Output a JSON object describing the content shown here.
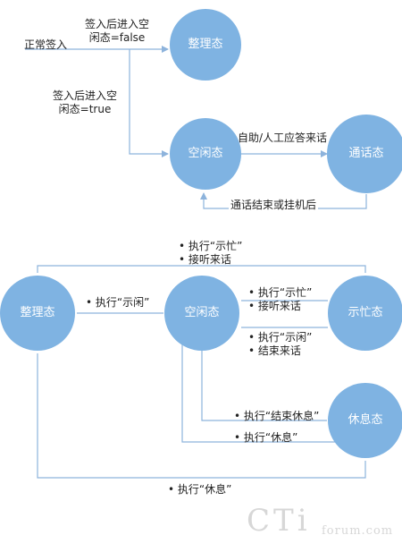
{
  "colors": {
    "node_fill": "#7fb3e2",
    "line": "#8db3dc",
    "text": "#222222",
    "watermark": "#d7d7d7"
  },
  "diagram1": {
    "entry_label": "正常签入",
    "cond_false_line1": "签入后进入空",
    "cond_false_line2": "闲态=false",
    "cond_true_line1": "签入后进入空",
    "cond_true_line2": "闲态=true",
    "node_tidy": "整理态",
    "node_idle": "空闲态",
    "node_talk": "通话态",
    "edge_idle_to_talk": "自助/人工应答来话",
    "edge_talk_to_idle": "通话结束或挂机后"
  },
  "diagram2": {
    "node_tidy": "整理态",
    "node_idle": "空闲态",
    "node_busy": "示忙态",
    "node_rest": "休息态",
    "top_loop_lines": [
      "执行“示忙”",
      "接听来话"
    ],
    "tidy_to_idle": "执行“示闲”",
    "idle_to_busy_lines": [
      "执行“示忙”",
      "接听来话"
    ],
    "busy_to_idle_lines": [
      "执行“示闲”",
      "结束来话"
    ],
    "rest_end_line": "执行“结束休息”",
    "idle_to_rest": "执行“休息”",
    "bottom_loop": "执行“休息”"
  },
  "watermark": {
    "big": "CTi",
    "small": "forum.com"
  }
}
